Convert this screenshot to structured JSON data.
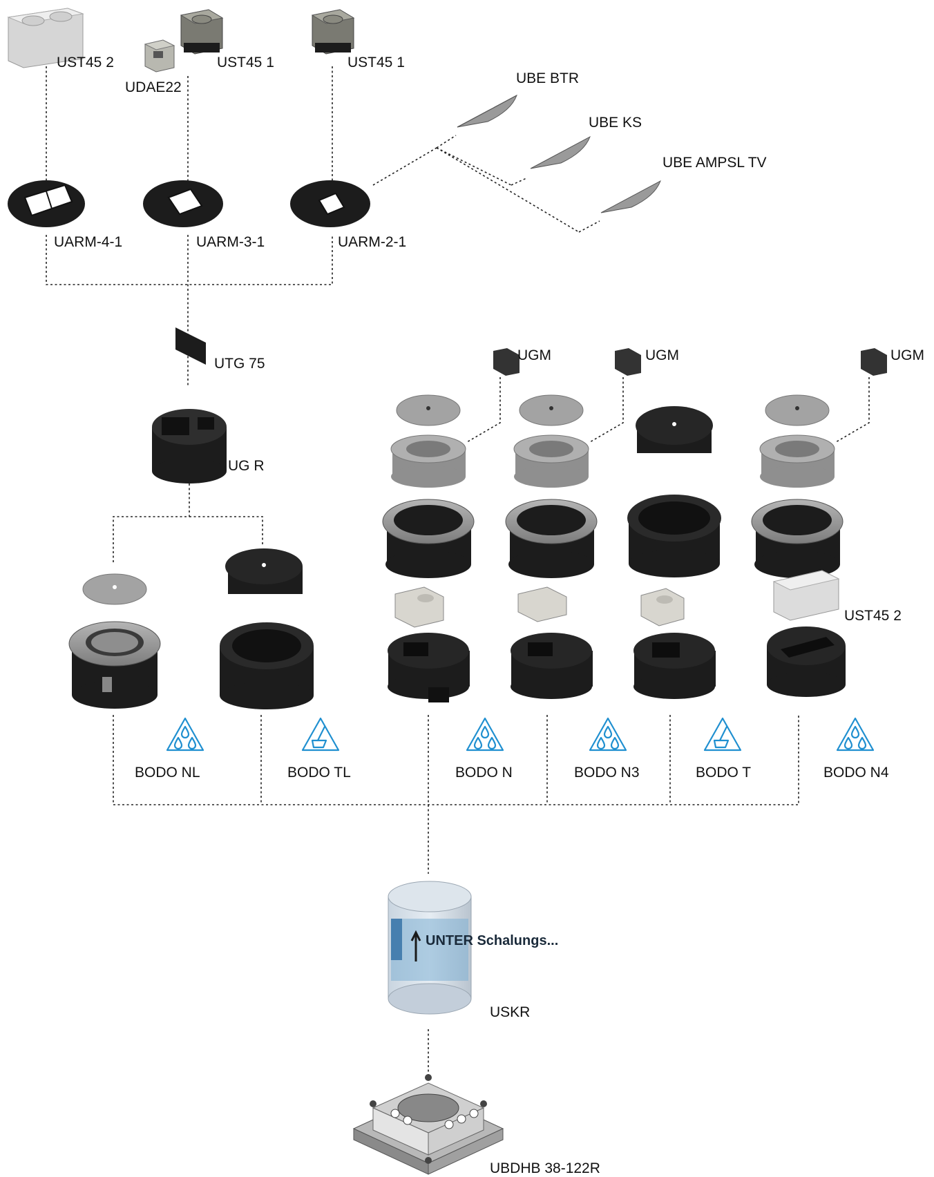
{
  "labels": {
    "ust45_2_top": "UST45 2",
    "udae22": "UDAE22",
    "ust45_1_a": "UST45 1",
    "ust45_1_b": "UST45 1",
    "ube_btr": "UBE BTR",
    "ube_ks": "UBE KS",
    "ube_ampsl_tv": "UBE AMPSL TV",
    "uarm_4_1": "UARM-4-1",
    "uarm_3_1": "UARM-3-1",
    "uarm_2_1": "UARM-2-1",
    "utg_75": "UTG 75",
    "ug_r": "UG R",
    "ugm_1": "UGM",
    "ugm_2": "UGM",
    "ugm_3": "UGM",
    "ust45_2_right": "UST45 2",
    "bodo_nl": "BODO NL",
    "bodo_tl": "BODO TL",
    "bodo_n": "BODO N",
    "bodo_n3": "BODO N3",
    "bodo_t": "BODO T",
    "bodo_n4": "BODO N4",
    "uskr": "USKR",
    "ubdhb": "UBDHB 38-122R"
  },
  "icons": [
    {
      "name": "water-drops-icon",
      "ref": "BODO NL"
    },
    {
      "name": "broom-cleaning-icon",
      "ref": "BODO TL"
    },
    {
      "name": "water-drops-icon",
      "ref": "BODO N"
    },
    {
      "name": "water-drops-icon",
      "ref": "BODO N3"
    },
    {
      "name": "broom-cleaning-icon",
      "ref": "BODO T"
    },
    {
      "name": "water-drops-icon",
      "ref": "BODO N4"
    }
  ],
  "colors": {
    "icon_accent": "#1f8fd0",
    "part_dark": "#1c1c1c",
    "part_grey": "#9a9a9a"
  },
  "uskr_print": "UNTER Schalungs..."
}
